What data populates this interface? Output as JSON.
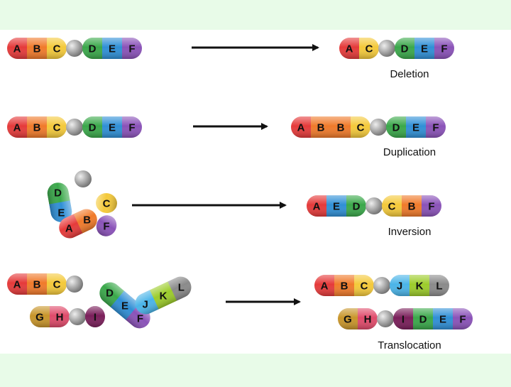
{
  "colors": {
    "background": "#e8fbe8",
    "panel": "#ffffff",
    "centromere": "#9a9a9a",
    "A": "#e53a3a",
    "B": "#f07a2a",
    "C": "#f4c93a",
    "D": "#3aa84a",
    "E": "#2f8fd6",
    "F": "#8a52b8",
    "G": "#c8952a",
    "H": "#e04a6a",
    "I": "#7a1e5a",
    "J": "#4ab4e8",
    "K": "#9ccc2a",
    "L": "#8a8a8a"
  },
  "rows": [
    {
      "name": "deletion",
      "before": [
        "A",
        "B",
        "C",
        "*",
        "D",
        "E",
        "F"
      ],
      "after": [
        "A",
        "C",
        "*",
        "D",
        "E",
        "F"
      ],
      "caption": "Deletion"
    },
    {
      "name": "duplication",
      "before": [
        "A",
        "B",
        "C",
        "*",
        "D",
        "E",
        "F"
      ],
      "after": [
        "A",
        "B",
        "B",
        "C",
        "*",
        "D",
        "E",
        "F"
      ],
      "caption": "Duplication"
    },
    {
      "name": "inversion",
      "before_labels": [
        "D",
        "C",
        "E",
        "B",
        "A",
        "F"
      ],
      "after": [
        "A",
        "E",
        "D",
        "*",
        "C",
        "B",
        "F"
      ],
      "caption": "Inversion"
    },
    {
      "name": "translocation",
      "before_top": [
        "A",
        "B",
        "C",
        "*"
      ],
      "before_cross_1": [
        "D",
        "E",
        "F"
      ],
      "before_cross_2": [
        "J",
        "K",
        "L"
      ],
      "before_bottom": [
        "G",
        "H",
        "*",
        "I"
      ],
      "after_top": [
        "A",
        "B",
        "C",
        "*",
        "J",
        "K",
        "L"
      ],
      "after_bottom": [
        "G",
        "H",
        "*",
        "I",
        "D",
        "E",
        "F"
      ],
      "caption": "Translocation"
    }
  ]
}
